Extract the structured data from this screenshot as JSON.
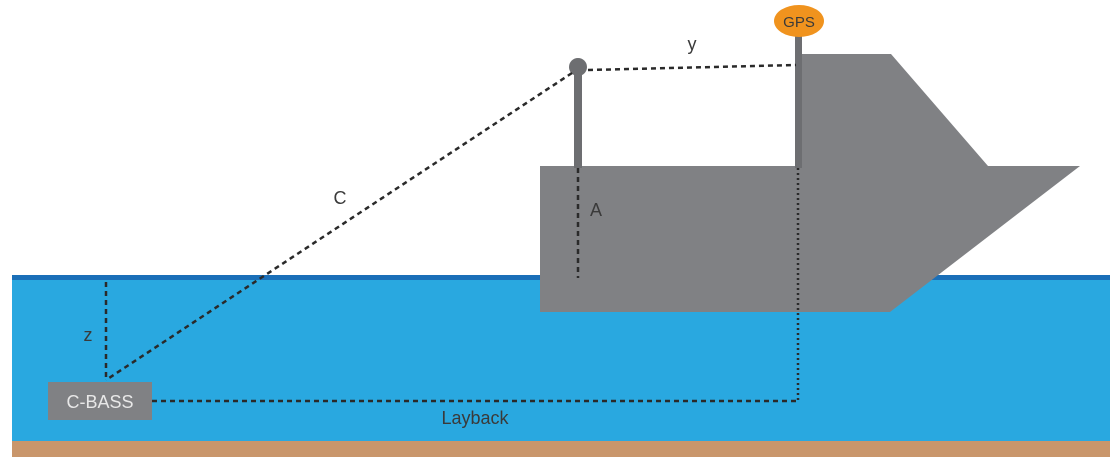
{
  "labels": {
    "gps": "GPS",
    "y": "y",
    "c": "C",
    "a": "A",
    "z": "z",
    "instrument": "C-BASS",
    "layback": "Layback"
  },
  "colors": {
    "water": "#29a8e0",
    "water_surface": "#1a6fb8",
    "seabed": "#c9966b",
    "boat": "#808184",
    "gps_marker": "#f0931e",
    "instrument_box": "#808184"
  }
}
